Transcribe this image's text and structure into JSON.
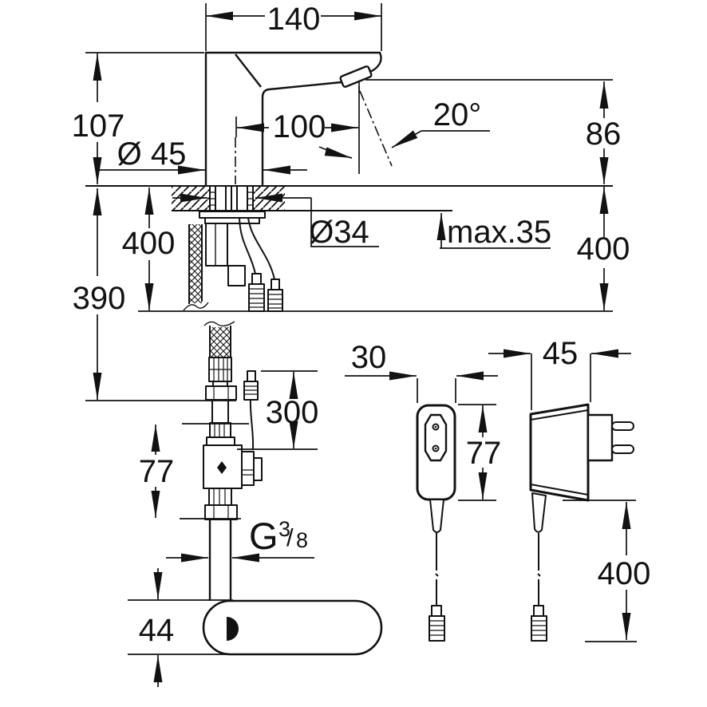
{
  "colors": {
    "line": "#121212",
    "background": "#ffffff"
  },
  "labels": {
    "reach_140": "140",
    "height_107": "107",
    "dia_45": "Ø 45",
    "offset_100": "100",
    "angle_20": "20°",
    "outlet_height_86": "86",
    "hole_dia_34": "Ø34",
    "deck_max_35": "max.35",
    "hose_400_left": "400",
    "below_total_390": "390",
    "height_400_right": "400",
    "cable_300": "300",
    "valve_77": "77",
    "thread_G": "G",
    "thread_num_3": "3",
    "thread_slash": "/",
    "thread_den_8": "8",
    "base_44": "44",
    "psu_width_30": "30",
    "psu_height_77": "77",
    "psu_depth_45": "45",
    "psu_cable_400": "400"
  }
}
